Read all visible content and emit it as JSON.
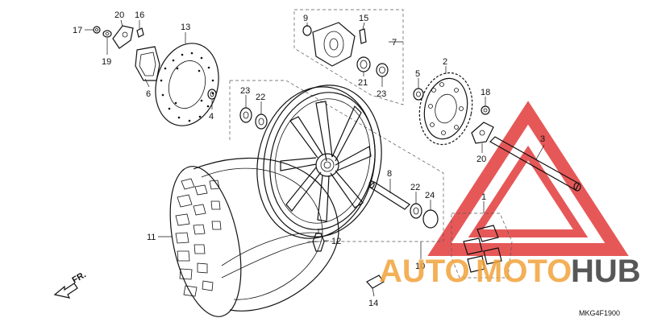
{
  "diagram": {
    "labels": [
      {
        "id": "17",
        "text": "17"
      },
      {
        "id": "20a",
        "text": "20"
      },
      {
        "id": "16",
        "text": "16"
      },
      {
        "id": "13",
        "text": "13"
      },
      {
        "id": "19",
        "text": "19"
      },
      {
        "id": "6",
        "text": "6"
      },
      {
        "id": "4",
        "text": "4"
      },
      {
        "id": "9",
        "text": "9"
      },
      {
        "id": "15",
        "text": "15"
      },
      {
        "id": "7",
        "text": "7"
      },
      {
        "id": "21",
        "text": "21"
      },
      {
        "id": "23a",
        "text": "23"
      },
      {
        "id": "2",
        "text": "2"
      },
      {
        "id": "5",
        "text": "5"
      },
      {
        "id": "18",
        "text": "18"
      },
      {
        "id": "23b",
        "text": "23"
      },
      {
        "id": "22a",
        "text": "22"
      },
      {
        "id": "20b",
        "text": "20"
      },
      {
        "id": "3",
        "text": "3"
      },
      {
        "id": "8",
        "text": "8"
      },
      {
        "id": "22b",
        "text": "22"
      },
      {
        "id": "24",
        "text": "24"
      },
      {
        "id": "1",
        "text": "1"
      },
      {
        "id": "11",
        "text": "11"
      },
      {
        "id": "12",
        "text": "12"
      },
      {
        "id": "10",
        "text": "10"
      },
      {
        "id": "14",
        "text": "14"
      }
    ],
    "direction_label": "FR.",
    "reference_code": "MKG4F1900"
  },
  "watermark": {
    "word1": "AUTO",
    "word2": "MOTO",
    "word3": "HUB",
    "color_triangle": "#e23b3b",
    "color_orange": "#f2a33a",
    "color_dark": "#3a3a3a"
  }
}
